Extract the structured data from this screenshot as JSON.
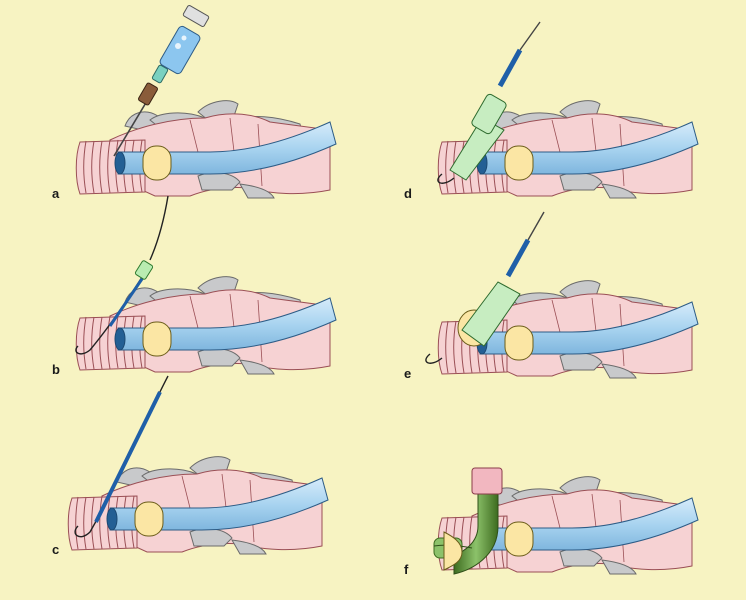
{
  "panels": [
    {
      "label": "a",
      "device": "syringe-needle"
    },
    {
      "label": "b",
      "device": "catheter-guidewire"
    },
    {
      "label": "c",
      "device": "guidewire-dilator"
    },
    {
      "label": "d",
      "device": "dilator-sheath"
    },
    {
      "label": "e",
      "device": "dilator-sheath-advanced"
    },
    {
      "label": "f",
      "device": "tracheostomy-tube"
    }
  ],
  "colors": {
    "background": "#f7f3c2",
    "trachea_fill": "#f6d2d3",
    "trachea_stroke": "#9a4f55",
    "cartilage_gray": "#c8c9cb",
    "tube_blue": "#a9d4f0",
    "cuff_yellow": "#fbe6a4",
    "dilator_green": "#c7edc1",
    "catheter_blue": "#1f5fa8",
    "trach_tube_green": "#4f7d2e",
    "cap_pink": "#f2b7c0"
  }
}
